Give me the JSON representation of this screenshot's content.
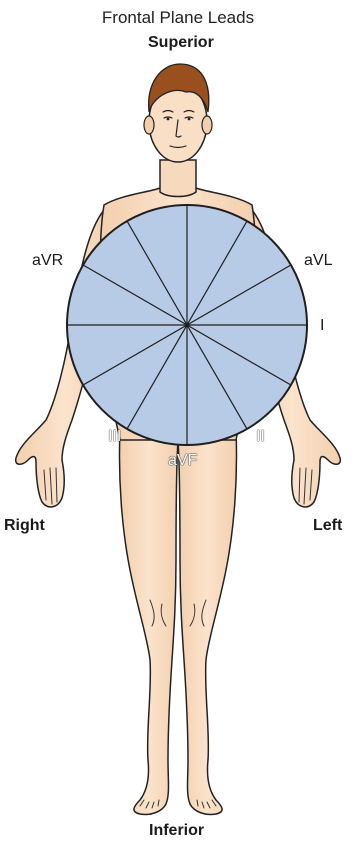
{
  "title": "Frontal Plane Leads",
  "directions": {
    "superior": "Superior",
    "inferior": "Inferior",
    "right": "Right",
    "left": "Left"
  },
  "leads": {
    "avr": "aVR",
    "avl": "aVL",
    "i": "I",
    "ii": "II",
    "iii": "III",
    "avf": "aVF"
  },
  "colors": {
    "skin": "#f7d9bd",
    "skin_shadow": "#e9b994",
    "hair": "#9a4f1f",
    "circle_fill": "#b7cbe6",
    "outline": "#1f1f1f"
  }
}
